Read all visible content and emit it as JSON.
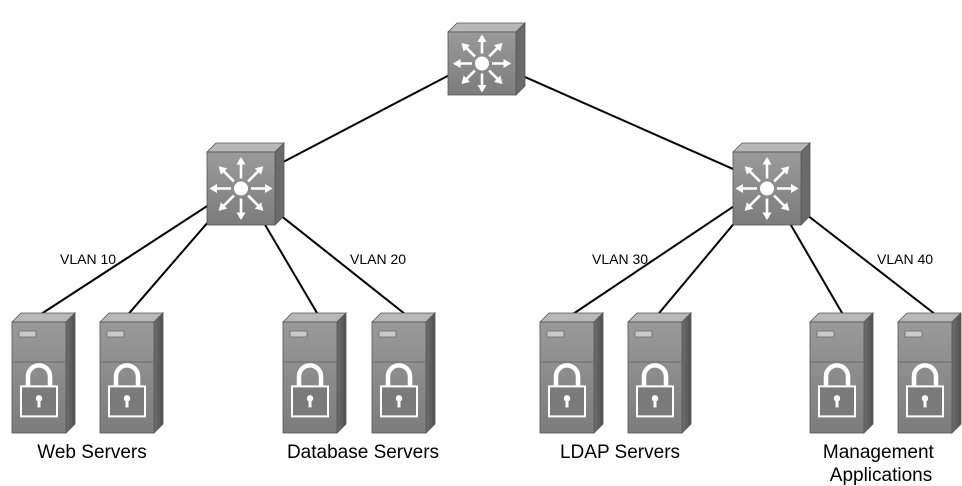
{
  "diagram": {
    "nodes": [
      {
        "id": "core-switch",
        "kind": "multilayer-switch",
        "icon": "multilayer-switch-icon"
      },
      {
        "id": "dist-switch-left",
        "kind": "multilayer-switch",
        "icon": "multilayer-switch-icon"
      },
      {
        "id": "dist-switch-right",
        "kind": "multilayer-switch",
        "icon": "multilayer-switch-icon"
      },
      {
        "id": "server-1",
        "kind": "secure-server",
        "icon": "server-lock-icon"
      },
      {
        "id": "server-2",
        "kind": "secure-server",
        "icon": "server-lock-icon"
      },
      {
        "id": "server-3",
        "kind": "secure-server",
        "icon": "server-lock-icon"
      },
      {
        "id": "server-4",
        "kind": "secure-server",
        "icon": "server-lock-icon"
      },
      {
        "id": "server-5",
        "kind": "secure-server",
        "icon": "server-lock-icon"
      },
      {
        "id": "server-6",
        "kind": "secure-server",
        "icon": "server-lock-icon"
      },
      {
        "id": "server-7",
        "kind": "secure-server",
        "icon": "server-lock-icon"
      },
      {
        "id": "server-8",
        "kind": "secure-server",
        "icon": "server-lock-icon"
      }
    ],
    "links": [
      [
        "core-switch",
        "dist-switch-left"
      ],
      [
        "core-switch",
        "dist-switch-right"
      ],
      [
        "dist-switch-left",
        "server-1"
      ],
      [
        "dist-switch-left",
        "server-2"
      ],
      [
        "dist-switch-left",
        "server-3"
      ],
      [
        "dist-switch-left",
        "server-4"
      ],
      [
        "dist-switch-right",
        "server-5"
      ],
      [
        "dist-switch-right",
        "server-6"
      ],
      [
        "dist-switch-right",
        "server-7"
      ],
      [
        "dist-switch-right",
        "server-8"
      ]
    ],
    "vlan_labels": [
      "VLAN 10",
      "VLAN 20",
      "VLAN 30",
      "VLAN 40"
    ],
    "groups": [
      {
        "label": "Web Servers",
        "members": [
          "server-1",
          "server-2"
        ]
      },
      {
        "label": "Database Servers",
        "members": [
          "server-3",
          "server-4"
        ]
      },
      {
        "label": "LDAP Servers",
        "members": [
          "server-5",
          "server-6"
        ]
      },
      {
        "label": "Management\nApplications",
        "members": [
          "server-7",
          "server-8"
        ]
      }
    ],
    "colors": {
      "device_front": "#8e8e8e",
      "device_top": "#b8b8b8",
      "device_side": "#6a6a6a",
      "link": "#000000"
    }
  }
}
